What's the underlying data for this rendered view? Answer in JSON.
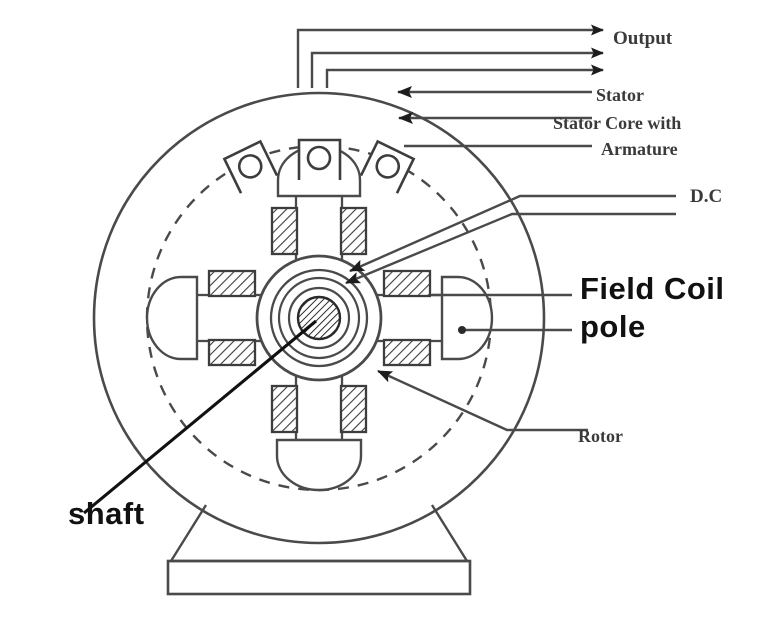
{
  "diagram": {
    "title": "Alternator / DC machine cross-section",
    "background_color": "#ffffff",
    "line_color": "#4a4a4a",
    "ink_color": "#1d1d1d",
    "labels": {
      "output": "Output",
      "stator": "Stator",
      "stator_core": "Stator Core with",
      "armature": "Armature",
      "dc": "D.C",
      "rotor": "Rotor",
      "field_coil": "Field Coil",
      "pole": "pole",
      "shaft": "shaft"
    },
    "parts": {
      "stator_outer_circle": "stator-frame",
      "stator_bore_circle": "stator-bore-dashed",
      "rotor_hub": "rotor-hub",
      "shaft_center": "shaft-cross-hatched",
      "poles": 4,
      "pole_positions": [
        "top",
        "right",
        "bottom",
        "left"
      ],
      "field_coil_blocks_per_pole": 2,
      "armature_slots": 3,
      "output_wires": 3,
      "dc_supply_leads": 2,
      "base": "pedestal-and-foot"
    }
  }
}
